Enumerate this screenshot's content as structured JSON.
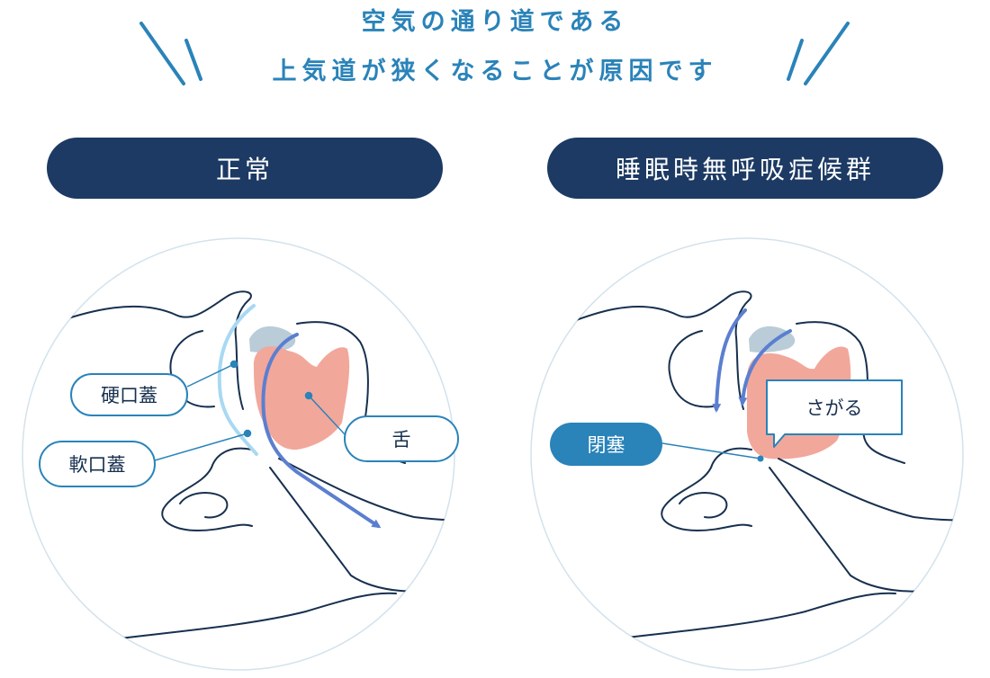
{
  "header": {
    "line1": "空気の通り道である",
    "line2": "上気道が狭くなることが原因です"
  },
  "panels": {
    "normal": {
      "title": "正常",
      "labels": {
        "hard_palate": "硬口蓋",
        "soft_palate": "軟口蓋",
        "tongue": "舌"
      }
    },
    "apnea": {
      "title": "睡眠時無呼吸症候群",
      "labels": {
        "obstruction": "閉塞",
        "drops": "さがる"
      }
    }
  },
  "colors": {
    "headline": "#2a83b9",
    "pill": "#1c3a63",
    "outline": "#17304f",
    "tongue": "#f2a79b",
    "nasal": "#b9ccd8",
    "airflow_dark": "#5b7fd0",
    "airflow_light": "#a9d9f2"
  }
}
